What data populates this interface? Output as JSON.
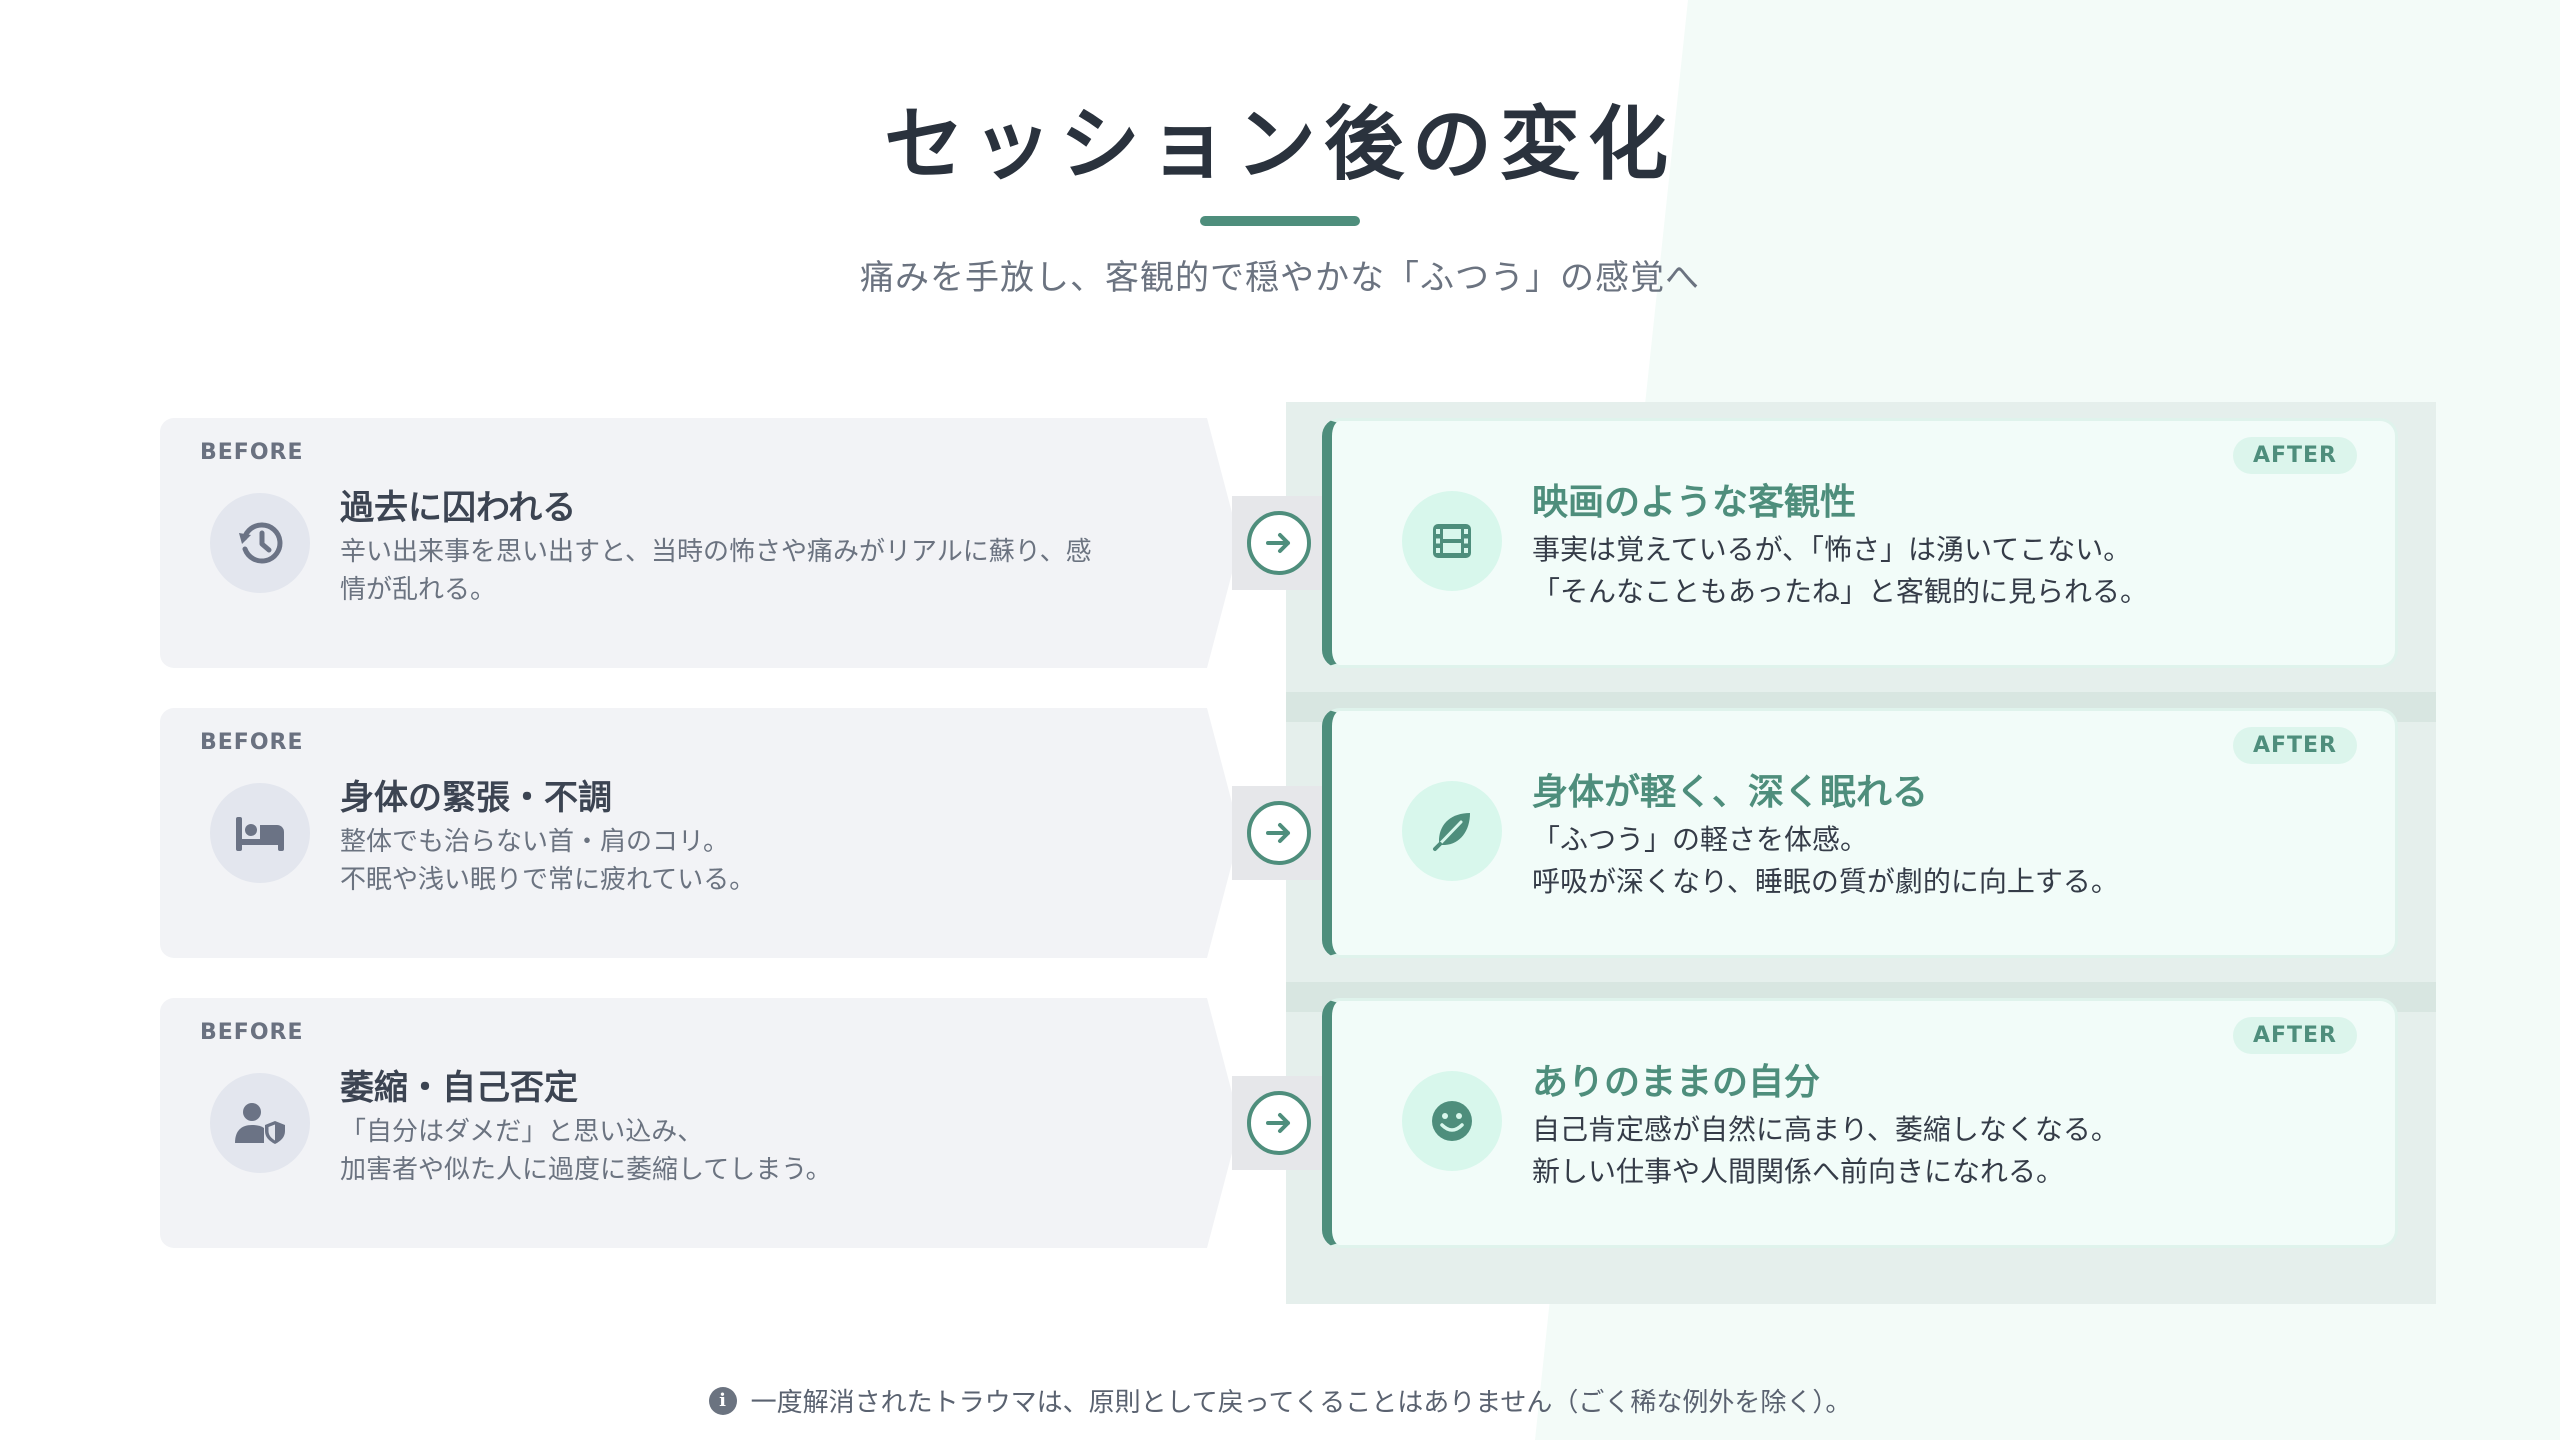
{
  "header": {
    "title": "セッション後の変化",
    "subtitle": "痛みを手放し、客観的で穏やかな「ふつう」の感覚へ"
  },
  "colors": {
    "accent": "#4e8e7c",
    "before_bg": "#f2f3f6",
    "after_bg": "#f2fcf9",
    "title": "#2a323d"
  },
  "rows": [
    {
      "before": {
        "label": "BEFORE",
        "icon": "history-icon",
        "title": "過去に囚われる",
        "desc": "辛い出来事を思い出すと、当時の怖さや痛みがリアルに蘇り、感\n情が乱れる。"
      },
      "after": {
        "label": "AFTER",
        "icon": "film-icon",
        "title": "映画のような客観性",
        "desc": "事実は覚えているが、「怖さ」は湧いてこない。\n「そんなこともあったね」と客観的に見られる。"
      }
    },
    {
      "before": {
        "label": "BEFORE",
        "icon": "bed-icon",
        "title": "身体の緊張・不調",
        "desc": "整体でも治らない首・肩のコリ。\n不眠や浅い眠りで常に疲れている。"
      },
      "after": {
        "label": "AFTER",
        "icon": "feather-icon",
        "title": "身体が軽く、深く眠れる",
        "desc": "「ふつう」の軽さを体感。\n呼吸が深くなり、睡眠の質が劇的に向上する。"
      }
    },
    {
      "before": {
        "label": "BEFORE",
        "icon": "user-shield-icon",
        "title": "萎縮・自己否定",
        "desc": "「自分はダメだ」と思い込み、\n加害者や似た人に過度に萎縮してしまう。"
      },
      "after": {
        "label": "AFTER",
        "icon": "smile-icon",
        "title": "ありのままの自分",
        "desc": "自己肯定感が自然に高まり、萎縮しなくなる。\n新しい仕事や人間関係へ前向きになれる。"
      }
    }
  ],
  "footer": {
    "icon": "info-icon",
    "info_glyph": "i",
    "text": "一度解消されたトラウマは、原則として戻ってくることはありません（ごく稀な例外を除く）。"
  }
}
